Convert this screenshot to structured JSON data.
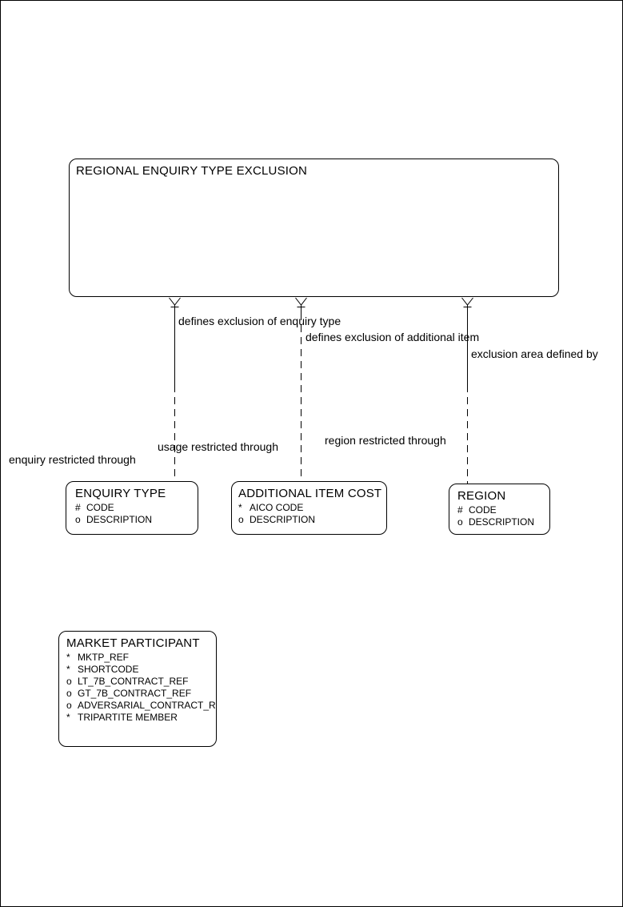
{
  "colors": {
    "ink": "#000000",
    "background": "#ffffff"
  },
  "entities": {
    "regional_enquiry_type_exclusion": {
      "title": "REGIONAL ENQUIRY TYPE EXCLUSION"
    },
    "enquiry_type": {
      "title": "ENQUIRY TYPE",
      "attributes": [
        {
          "prefix": "#",
          "name": "CODE"
        },
        {
          "prefix": "o",
          "name": "DESCRIPTION"
        }
      ]
    },
    "additional_item_cost": {
      "title": "ADDITIONAL ITEM COST",
      "attributes": [
        {
          "prefix": "*",
          "name": "AICO CODE"
        },
        {
          "prefix": "o",
          "name": "DESCRIPTION"
        }
      ]
    },
    "region": {
      "title": "REGION",
      "attributes": [
        {
          "prefix": "#",
          "name": "CODE"
        },
        {
          "prefix": "o",
          "name": "DESCRIPTION"
        }
      ]
    },
    "market_participant": {
      "title": "MARKET PARTICIPANT",
      "attributes": [
        {
          "prefix": "*",
          "name": "MKTP_REF"
        },
        {
          "prefix": "*",
          "name": "SHORTCODE"
        },
        {
          "prefix": "o",
          "name": "LT_7B_CONTRACT_REF"
        },
        {
          "prefix": "o",
          "name": "GT_7B_CONTRACT_REF"
        },
        {
          "prefix": "o",
          "name": "ADVERSARIAL_CONTRACT_REF"
        },
        {
          "prefix": "*",
          "name": "TRIPARTITE MEMBER"
        }
      ]
    }
  },
  "relationship_labels": {
    "defines_exclusion_of_enquiry_type": "defines exclusion of enquiry type",
    "defines_exclusion_of_additional_item": "defines exclusion of additional item",
    "exclusion_area_defined_by": "exclusion area defined by",
    "usage_restricted_through": "usage restricted through",
    "region_restricted_through": "region restricted through",
    "enquiry_restricted_through": "enquiry restricted through"
  }
}
